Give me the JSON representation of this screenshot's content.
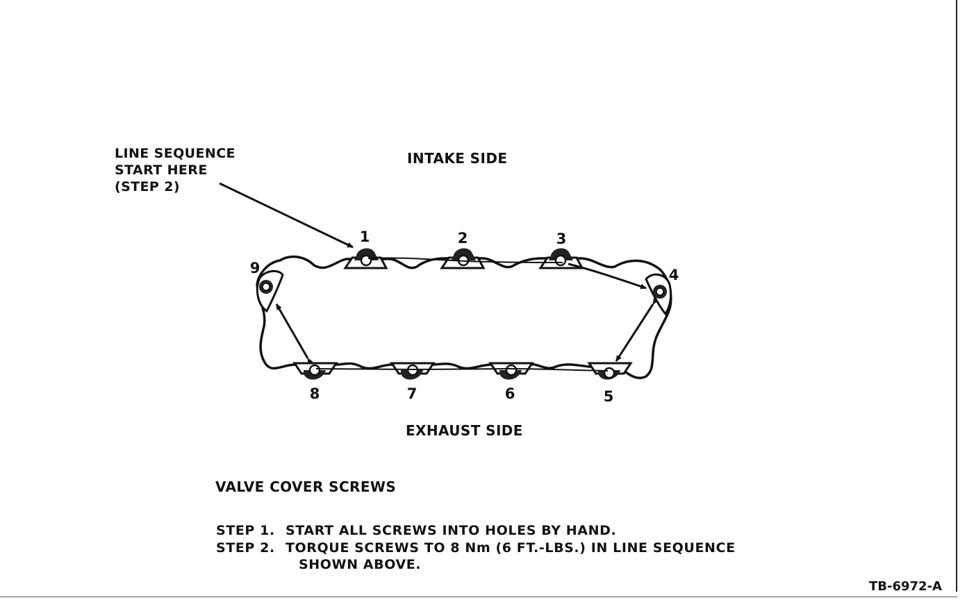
{
  "diagram": {
    "start_label": [
      "LINE SEQUENCE",
      "START HERE",
      "(STEP 2)"
    ],
    "intake_label": "INTAKE SIDE",
    "exhaust_label": "EXHAUST SIDE",
    "screws": [
      {
        "id": "screw-1",
        "label": "1"
      },
      {
        "id": "screw-2",
        "label": "2"
      },
      {
        "id": "screw-3",
        "label": "3"
      },
      {
        "id": "screw-4",
        "label": "4"
      },
      {
        "id": "screw-5",
        "label": "5"
      },
      {
        "id": "screw-6",
        "label": "6"
      },
      {
        "id": "screw-7",
        "label": "7"
      },
      {
        "id": "screw-8",
        "label": "8"
      },
      {
        "id": "screw-9",
        "label": "9"
      }
    ]
  },
  "instructions": {
    "title": "VALVE COVER SCREWS",
    "steps": [
      {
        "id": "STEP 1.",
        "text": "START ALL SCREWS INTO HOLES BY HAND."
      },
      {
        "id": "STEP 2.",
        "text": "TORQUE SCREWS TO 8 Nm (6 FT.-LBS.) IN LINE SEQUENCE"
      }
    ],
    "step2_continuation": "SHOWN ABOVE."
  },
  "figure_id": "TB-6972-A"
}
